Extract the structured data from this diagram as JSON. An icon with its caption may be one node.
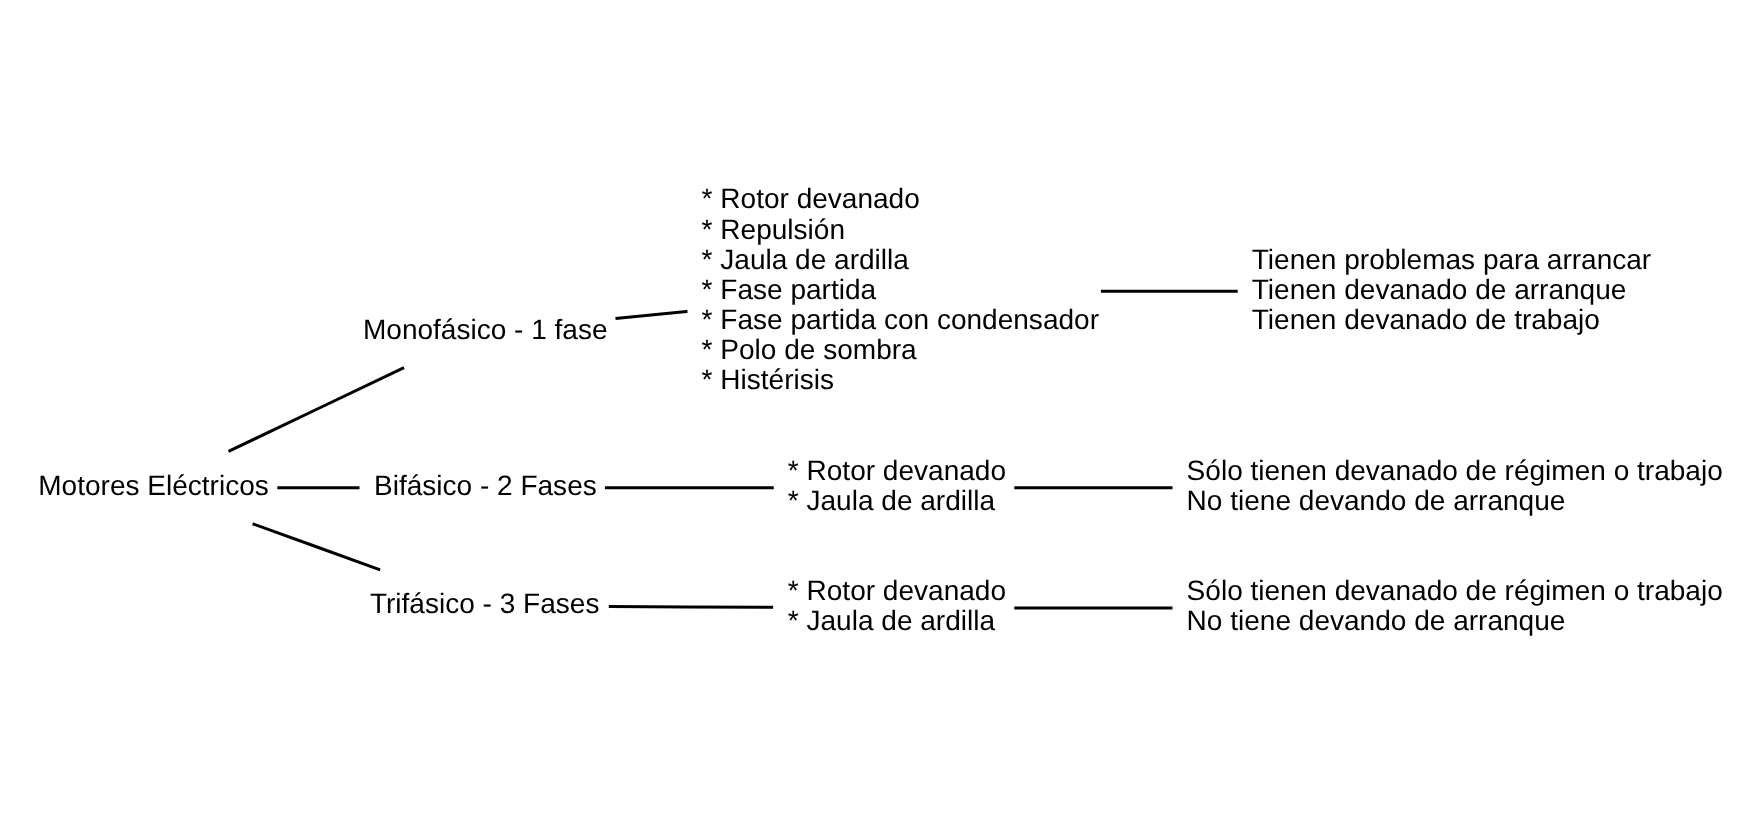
{
  "diagram": {
    "nodes": [
      {
        "text": [
          "Motores Eléctricos"
        ]
      },
      {
        "text": [
          "Monofásico - 1 fase"
        ]
      },
      {
        "text": [
          "* Rotor devanado",
          "* Repulsión",
          "* Jaula de ardilla",
          "* Fase partida",
          "* Fase partida con condensador",
          "* Polo de sombra",
          "* Histérisis"
        ]
      },
      {
        "text": [
          "Tienen problemas para arrancar",
          "Tienen devanado de arranque",
          "Tienen devanado de trabajo"
        ]
      },
      {
        "text": [
          "Bifásico - 2 Fases"
        ]
      },
      {
        "text": [
          "* Rotor devanado",
          "* Jaula de ardilla"
        ]
      },
      {
        "text": [
          "Sólo tienen devanado de régimen o trabajo",
          "No tiene devando de arranque"
        ]
      },
      {
        "text": [
          "Trifásico - 3 Fases"
        ]
      },
      {
        "text": [
          "* Rotor devanado",
          "* Jaula de ardilla"
        ]
      },
      {
        "text": [
          "Sólo tienen devanado de régimen o trabajo",
          "No tiene devando de arranque"
        ]
      }
    ],
    "edges": [
      {
        "from": 0,
        "to": 1,
        "arrow": "none"
      },
      {
        "from": 0,
        "to": 4,
        "arrow": "none"
      },
      {
        "from": 0,
        "to": 7,
        "arrow": "none"
      },
      {
        "from": 1,
        "to": 2,
        "arrow": "none"
      },
      {
        "from": 2,
        "to": 3,
        "arrow": "none"
      },
      {
        "from": 4,
        "to": 5,
        "arrow": "none"
      },
      {
        "from": 5,
        "to": 6,
        "arrow": "none"
      },
      {
        "from": 7,
        "to": 8,
        "arrow": "none"
      },
      {
        "from": 8,
        "to": 9,
        "arrow": "none"
      }
    ]
  }
}
